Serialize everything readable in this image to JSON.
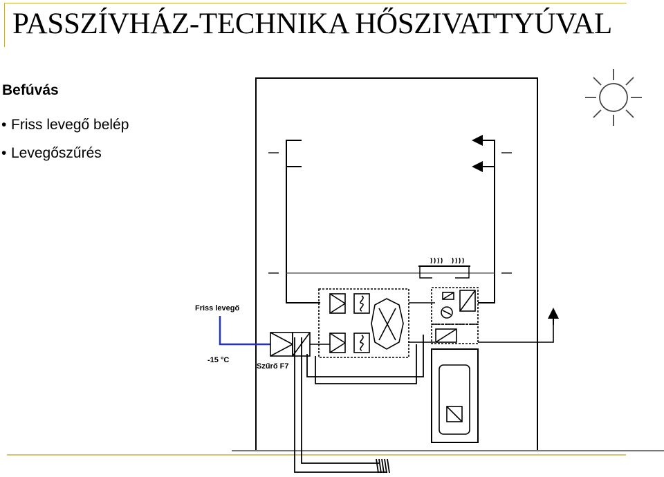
{
  "slide": {
    "title": "PASSZÍVHÁZ-TECHNIKA HŐSZIVATTYÚVAL",
    "section_heading": "Befúvás",
    "bullets": [
      "Friss levegő belép",
      "Levegőszűrés"
    ]
  },
  "diagram": {
    "labels": {
      "fresh_air": "Friss levegő",
      "temperature": "-15 °C",
      "filter": "Szűrő F7"
    },
    "colors": {
      "fresh_air_path": "#2233cc",
      "accent": "#c8b040"
    }
  }
}
